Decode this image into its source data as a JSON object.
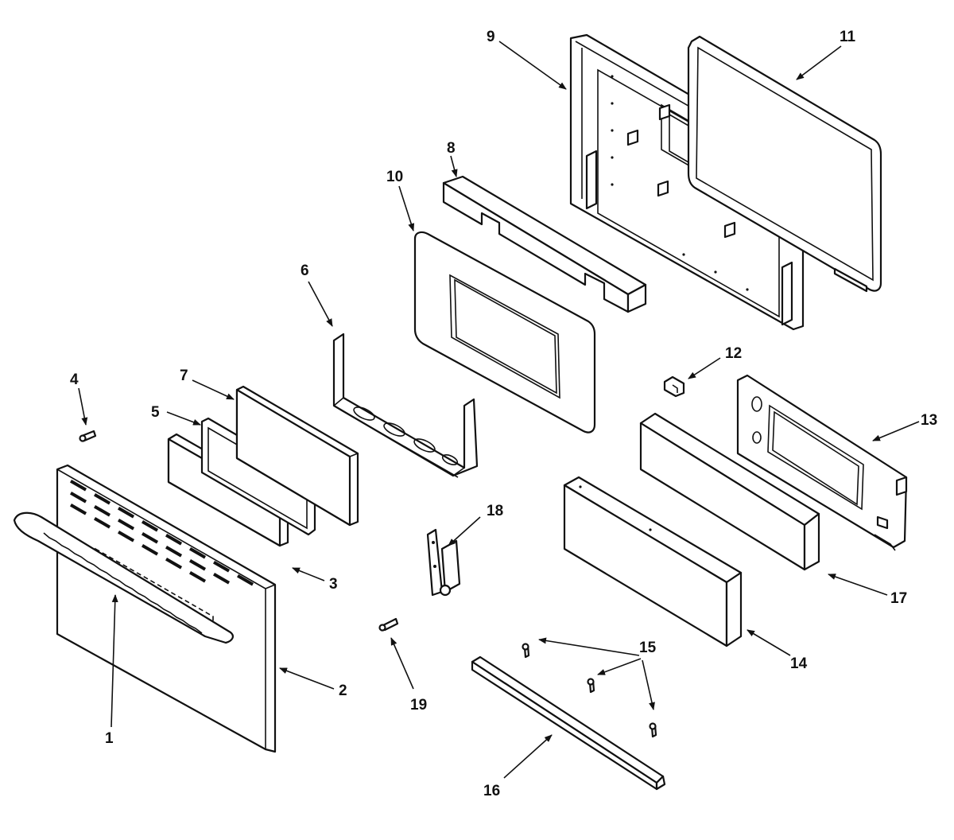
{
  "diagram": {
    "labels": {
      "p1": "1",
      "p2": "2",
      "p3": "3",
      "p4": "4",
      "p5": "5",
      "p6": "6",
      "p7": "7",
      "p8": "8",
      "p9": "9",
      "p10": "10",
      "p11": "11",
      "p12": "12",
      "p13": "13",
      "p14": "14",
      "p15": "15",
      "p16": "16",
      "p17": "17",
      "p18": "18",
      "p19": "19"
    }
  }
}
